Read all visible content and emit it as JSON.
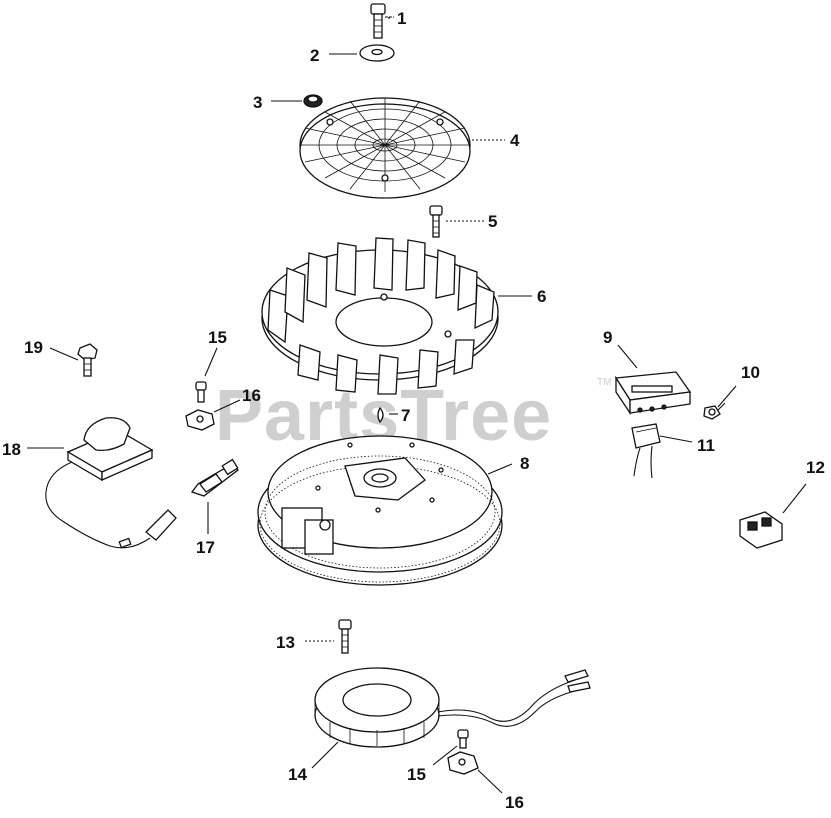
{
  "watermark": {
    "text": "PartsTree",
    "tm": "TM"
  },
  "callouts": {
    "c1": "1",
    "c2": "2",
    "c3": "3",
    "c4": "4",
    "c5": "5",
    "c6": "6",
    "c7": "7",
    "c8": "8",
    "c9": "9",
    "c10": "10",
    "c11": "11",
    "c12": "12",
    "c13": "13",
    "c14": "14",
    "c15a": "15",
    "c15b": "15",
    "c16a": "16",
    "c16b": "16",
    "c17": "17",
    "c18": "18",
    "c19": "19"
  }
}
